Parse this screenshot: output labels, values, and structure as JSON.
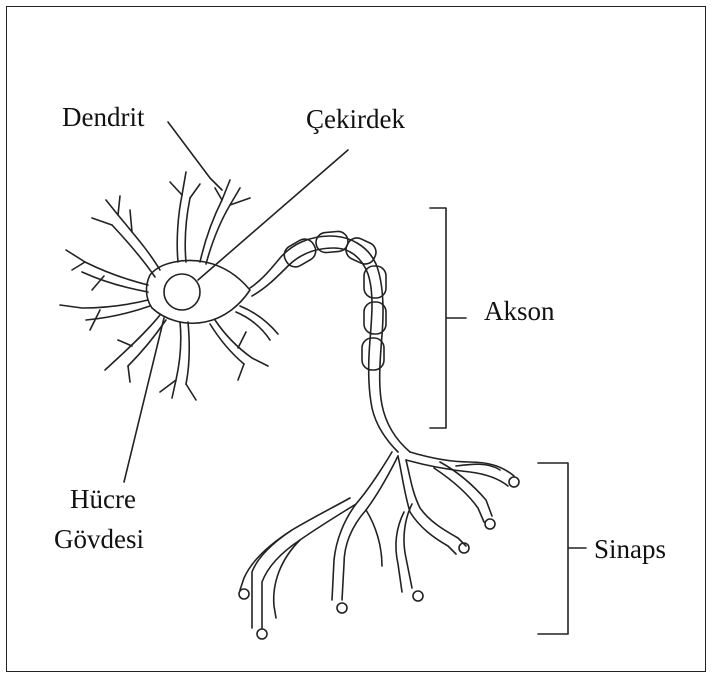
{
  "diagram": {
    "labels": {
      "dendrite": "Dendrit",
      "nucleus": "Çekirdek",
      "axon": "Akson",
      "cell_body_line1": "Hücre",
      "cell_body_line2": "Gövdesi",
      "synapse": "Sinaps"
    },
    "colors": {
      "line": "#222222",
      "background": "#ffffff"
    }
  }
}
